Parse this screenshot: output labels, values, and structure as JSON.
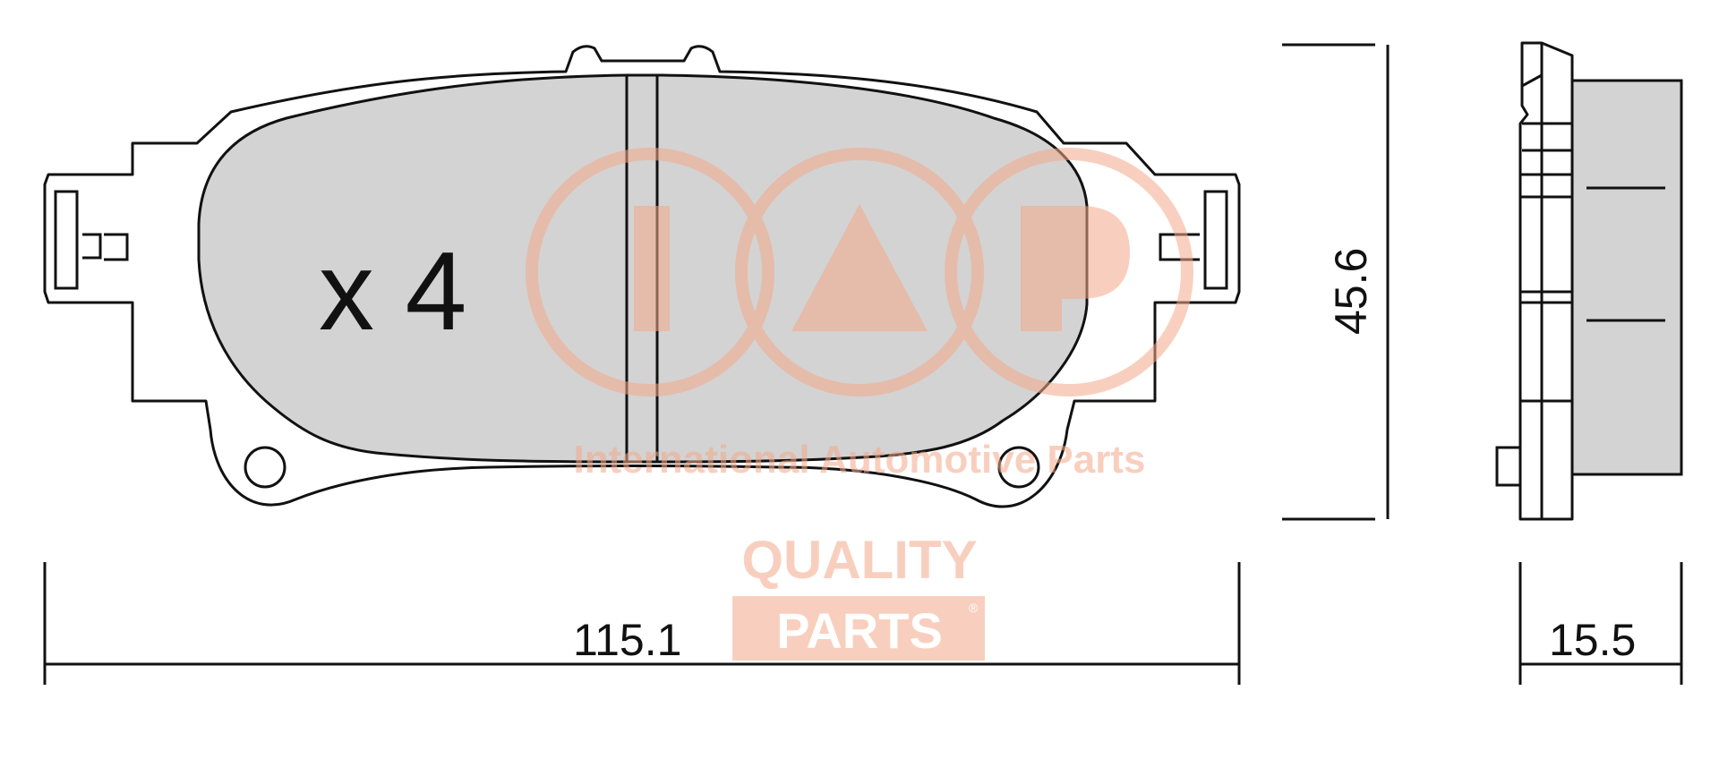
{
  "drawing": {
    "quantity_label": "x 4",
    "width_label": "115.1",
    "height_label": "45.6",
    "thickness_label": "15.5"
  },
  "watermark": {
    "tagline": "International Automotive Parts",
    "quality_line1": "QUALITY",
    "quality_line2": "PARTS",
    "registered_mark": "®",
    "brand_color": "#f4a98a"
  },
  "colors": {
    "pad_fill": "#d3d3d3",
    "line": "#111111",
    "background": "#ffffff"
  }
}
